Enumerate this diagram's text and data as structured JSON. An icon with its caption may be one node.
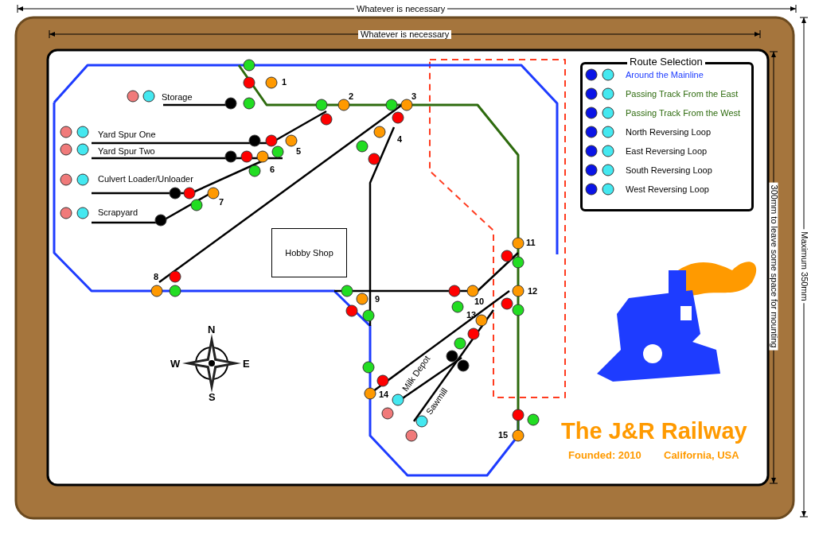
{
  "diagram": {
    "title": "The J&R Railway",
    "nodes": [
      {
        "text": [
          "Hobby Shop"
        ]
      }
    ],
    "labels": [
      "Whatever is necessary",
      "Whatever is necessary",
      "1",
      "Storage",
      "2",
      "3",
      "Route Selection",
      "Yard Spur One",
      "Yard Spur Two",
      "5",
      "4",
      "Culvert Loader/Unloader",
      "6",
      "7",
      "Scrapyard",
      "300mm to leave some space for mounting",
      "Maximum 350mm",
      "11",
      "8",
      "12",
      "9",
      "10",
      "13",
      "N",
      "W",
      "E",
      "Milk Depot",
      "S",
      "14",
      "Sawmill",
      "15",
      "Founded: 2010",
      "California, USA"
    ],
    "legend": [
      {
        "text": "Around the Mainline"
      },
      {
        "text": "Passing Track From the East"
      },
      {
        "text": "Passing Track From the West"
      },
      {
        "text": "North Reversing Loop"
      },
      {
        "text": "East Reversing Loop"
      },
      {
        "text": "South Reversing Loop"
      },
      {
        "text": "West Reversing Loop"
      }
    ]
  }
}
